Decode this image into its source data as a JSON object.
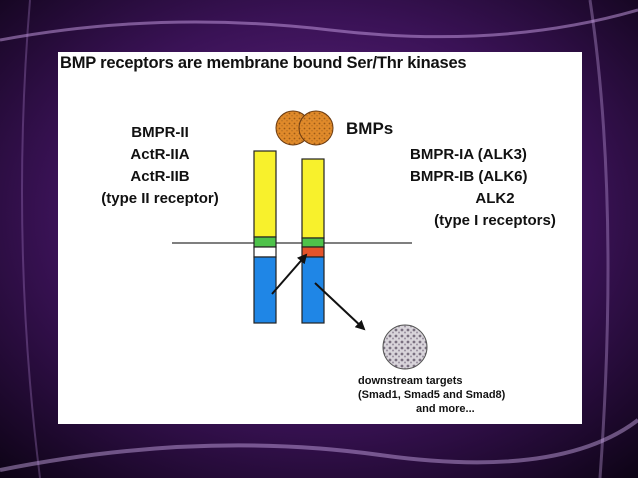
{
  "title": "BMP receptors are membrane bound Ser/Thr kinases",
  "ligand_label": "BMPs",
  "type2_receptors": [
    "BMPR-II",
    "ActR-IIA",
    "ActR-IIB",
    "(type II receptor)"
  ],
  "type1_receptors": [
    "BMPR-IA (ALK3)",
    "BMPR-IB (ALK6)",
    "ALK2",
    "(type I receptors)"
  ],
  "downstream": [
    "downstream targets",
    "(Smad1, Smad5 and Smad8)",
    "and more..."
  ],
  "colors": {
    "extracellular_domain": "#f8f12c",
    "transmembrane": "#4ec24a",
    "gs_domain": "#e4532a",
    "kinase_domain": "#1f86e6",
    "ligand": "#e08a2a",
    "membrane": "#555555",
    "target": "#b9b3bd"
  }
}
